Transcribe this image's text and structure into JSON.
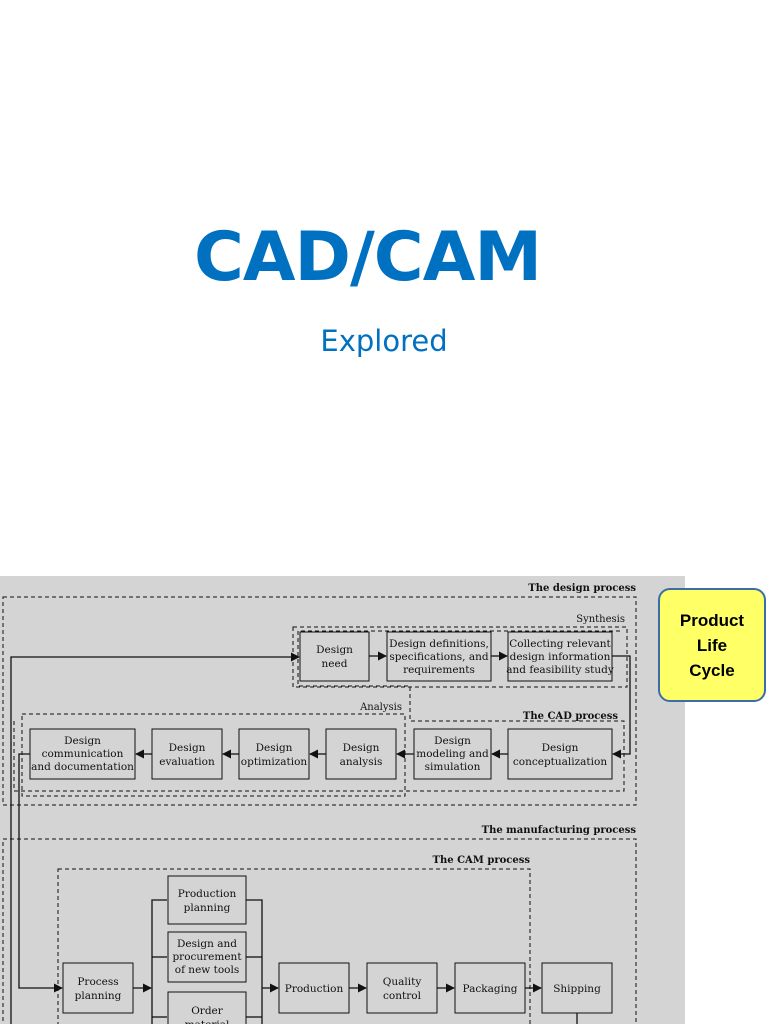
{
  "slide": {
    "title": "CAD/CAM",
    "subtitle": "Explored"
  },
  "callout": {
    "lines": [
      "Product",
      "Life",
      "Cycle"
    ]
  },
  "diagram": {
    "regions": {
      "design_process": "The design process",
      "synthesis": "Synthesis",
      "analysis": "Analysis",
      "cad_process": "The CAD process",
      "manufacturing_process": "The manufacturing process",
      "cam_process": "The CAM process"
    },
    "boxes": {
      "design_need": [
        "Design",
        "need"
      ],
      "design_definitions": [
        "Design definitions,",
        "specifications, and",
        "requirements"
      ],
      "collecting_info": [
        "Collecting relevant",
        "design information",
        "and feasibility study"
      ],
      "design_communication": [
        "Design",
        "communication",
        "and documentation"
      ],
      "design_evaluation": [
        "Design",
        "evaluation"
      ],
      "design_optimization": [
        "Design",
        "optimization"
      ],
      "design_analysis": [
        "Design",
        "analysis"
      ],
      "design_modeling": [
        "Design",
        "modeling and",
        "simulation"
      ],
      "design_conceptualization": [
        "Design",
        "conceptualization"
      ],
      "production_planning": [
        "Production",
        "planning"
      ],
      "design_procurement_tools": [
        "Design and",
        "procurement",
        "of new tools"
      ],
      "order_material": [
        "Order",
        "material"
      ],
      "process_planning": [
        "Process",
        "planning"
      ],
      "production": [
        "Production"
      ],
      "quality_control": [
        "Quality",
        "control"
      ],
      "packaging": [
        "Packaging"
      ],
      "shipping": [
        "Shipping"
      ]
    }
  }
}
